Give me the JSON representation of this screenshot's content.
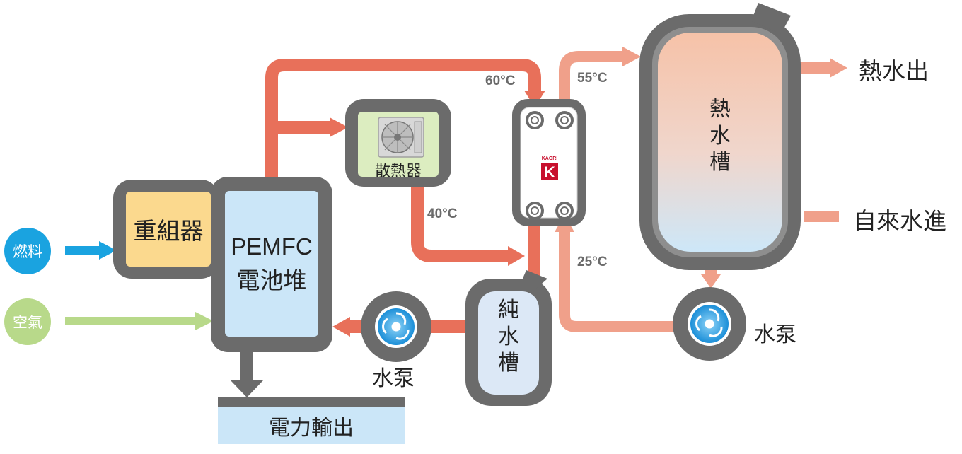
{
  "inputs": {
    "fuel": "燃料",
    "air": "空氣"
  },
  "reformer": "重組器",
  "stack": {
    "line1": "PEMFC",
    "line2": "電池堆"
  },
  "radiator": "散熱器",
  "heat_exchanger": {
    "brand": "KAORI",
    "logo_letter": "K"
  },
  "pure_water_tank": [
    "純",
    "水",
    "槽"
  ],
  "hot_water_tank": [
    "熱",
    "水",
    "槽"
  ],
  "pump_left_label": "水泵",
  "pump_right_label": "水泵",
  "power_output": "電力輸出",
  "hot_water_out": "熱水出",
  "tap_water_in": "自來水進",
  "temps": {
    "t60": "60°C",
    "t55": "55°C",
    "t40": "40°C",
    "t25": "25°C"
  },
  "colors": {
    "hot_pipe": "#e8705a",
    "warm_pipe": "#f0a08a",
    "fuel_arrow": "#1aa3e0",
    "air_arrow": "#b8d98a",
    "frame": "#6b6b6b",
    "reformer_fill": "#fbd98e",
    "stack_fill": "#cbe6f8"
  }
}
